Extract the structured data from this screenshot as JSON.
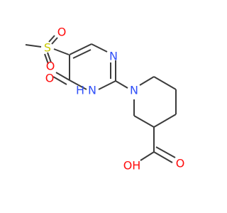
{
  "molecule": {
    "atoms": [
      {
        "id": "S",
        "label": "S",
        "color": "#c8c800"
      },
      {
        "id": "O1",
        "label": "O",
        "color": "#ff0d0d"
      },
      {
        "id": "O2",
        "label": "O",
        "color": "#ff0d0d"
      },
      {
        "id": "O3",
        "label": "O",
        "color": "#ff0d0d"
      },
      {
        "id": "N1",
        "label": "N",
        "color": "#3050f8"
      },
      {
        "id": "N2",
        "label": "N",
        "color": "#3050f8"
      },
      {
        "id": "NH",
        "label": "N",
        "color": "#3050f8"
      },
      {
        "id": "H1",
        "label": "H",
        "color": "#3050f8"
      },
      {
        "id": "O4",
        "label": "O",
        "color": "#ff0d0d"
      },
      {
        "id": "O5",
        "label": "OH",
        "color": "#ff0d0d"
      }
    ],
    "colors": {
      "bond": "#3b3b3b",
      "oxygen": "#ff0d0d",
      "nitrogen": "#3050f8",
      "sulfur": "#c8c800"
    }
  }
}
